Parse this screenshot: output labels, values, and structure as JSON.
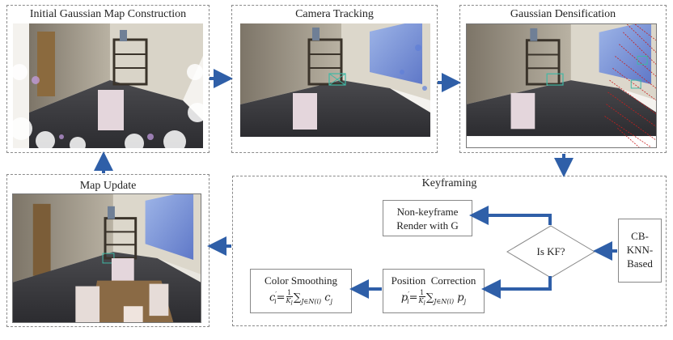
{
  "panels": {
    "init": {
      "title": "Initial Gaussian Map Construction"
    },
    "tracking": {
      "title": "Camera Tracking"
    },
    "densification": {
      "title": "Gaussian Densification"
    },
    "update": {
      "title": "Map Update"
    },
    "keyframing": {
      "title": "Keyframing"
    }
  },
  "boxes": {
    "nonkeyframe": {
      "line1": "Non-keyframe",
      "line2": "Render with G"
    },
    "decision": {
      "label": "Is KF?"
    },
    "cbknn": {
      "line1": "CB-",
      "line2": "KNN-",
      "line3": "Based"
    },
    "position": {
      "title": "Position  Correction",
      "lhs": "p",
      "sup": "′",
      "sub_i": "i",
      "eq": "=",
      "num": "1",
      "den": "K",
      "den_sub": "I",
      "sum": "∑",
      "sum_sub": "J∈N(i)",
      "term": "p",
      "term_sub": "j"
    },
    "color": {
      "title": "Color Smoothing",
      "lhs": "c",
      "sup": "′",
      "sub_i": "i",
      "eq": "=",
      "num": "1",
      "den": "K",
      "den_sub": "I",
      "sum": "∑",
      "sum_sub": "J∈N(i)",
      "term": "c",
      "term_sub": "j"
    }
  },
  "colors": {
    "arrow": "#2f5fa8",
    "panel_border": "#8a8a8a",
    "box_border": "#888888",
    "densify_lines": "#c81e1e"
  }
}
